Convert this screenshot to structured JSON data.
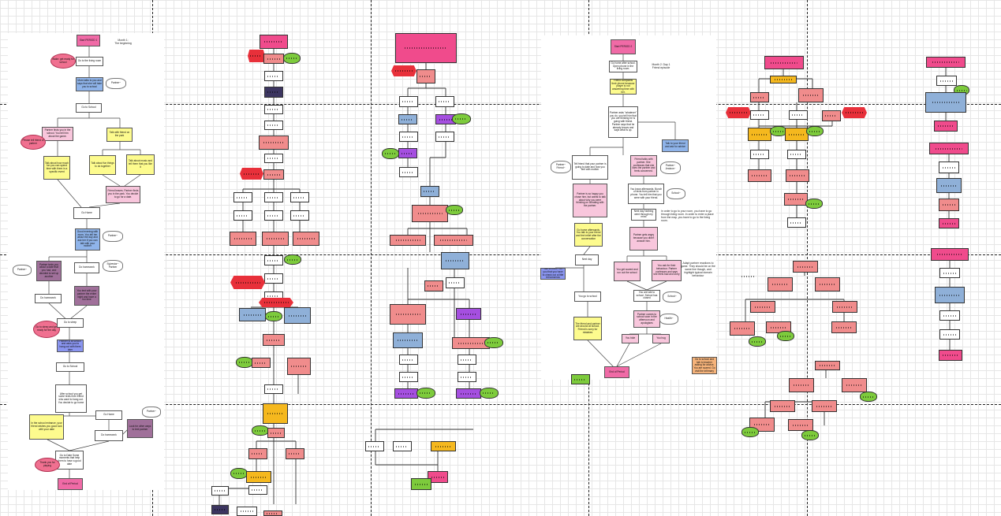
{
  "panel1": {
    "start": "Start PERIOD 1",
    "heading": "Month 1:\nThe beginning",
    "ell_wake": "Wake: get ready for school",
    "go_living": "Go to the living room",
    "cloud_kayden": "Partner~",
    "n_mom": "Mom talks to you and says that she will take you to school",
    "go_school": "Go to School",
    "n_partner_first": "Partner finds you in the school. You tell him about the game.",
    "n_talk_friend": "Talk with friend on the park",
    "ell_tell": "Please tell friend of partner",
    "n_park_hint": "Talk about how much fun you can spend time with them in a specific event",
    "n_things": "Talk about fun things to do together",
    "n_talk_about": "Talk about music and tell them that you like it",
    "n_friend_leaves": "Friend leaves. Partner finds you in the park. You decide to go for a date.",
    "go_home": "Go Home",
    "n_home_evening": "Good evening with mom. You tell her about the day and ask her if you can talk with your mother",
    "cloud_partner2": "Partner~",
    "n_purp_left": "Partner texts you about a date that you had, and decided to set up another",
    "cloud_partner3": "Partner~",
    "do_homework": "Do homework",
    "cloud_partner4": "Sylvestor~ Partner",
    "do_homework2": "Do homework",
    "n_purp_mid": "You text with your partner the entire night and have a fun time",
    "ell_go_sleep": "Go to sleep and get ready for the day",
    "go_sleep": "Go to sleep",
    "n_partner_blue": "Partner is at school and asks you to hang out with them later",
    "go_school2": "Go to School",
    "n_after": "After school you get some texts from friend who want to hang out. You decide to go home",
    "n_in_school": "In the school entrance, your friend wishes you good luck with your date",
    "go_home2": "Go Home",
    "cloud_partner5": "Partner~",
    "do_homework3": "Do homework",
    "n_purp_right": "Look for other ways to text partner",
    "n_date": "Go to Date Some moments that help them to have a good date",
    "ell_thank": "Thank you for playing",
    "end": "End of Period"
  },
  "panel2": {
    "start": "Start PERIOD 2",
    "heading": "Month 2: Day 1\nFriend episode",
    "n_go_home": "Go home after school. Open phone in the living room.",
    "n_friend_msg": "Friend complains their phone because player is not answering time with her.",
    "n_partner_asks": "Partner asks \"whatever\" you do, you tell him that you are thinking he is going with friend. Partner says that he already knows and says what is up.",
    "n_blue_talk": "Talk to your friend and ask for advice",
    "n_tell_friend": "Tell friend that your partner is going to date and how you feel with mother",
    "cloud_partner_fr": "Partner~ Friend~",
    "n_friend_talk": "Friend talks with partner. She confesses that she likes the partner and feels concerned.",
    "cloud_partner_jel": "Partner~ Jealous~",
    "n_partner_bless": "Partner is so happy you chose him, but wants to talk about why you were thinking on cheating with the partner.",
    "n_later": "You know afterwards. Bunch of texts from partner in phone. You tell him that you were with your friend.",
    "cloud_school": "School~",
    "n_next_day": "Next day Nothing went through my mind",
    "n_home_after": "Go home afterwards. You talk to your friend and feel relief after the conversation",
    "n_partner_pink": "Partner gets angry because you didn't answer him.",
    "note_room": "In order to go to your room, you have to go through living room. In order to enter a place from the map, you have to go to the living room.",
    "next_day": "Next day",
    "n_blue_left": "Talk to them. Tell you that you have to check out a little bit tomorrow",
    "n_you_get": "You get scared and run out the school",
    "n_you_ask": "You ask for their behaviour. Partner confesses and says she feels bad and sorry",
    "note_adapt": "Adapt partner reactions to game. They should be on the same line though, and highlight typical domain behaviour",
    "go_school": "You go to school",
    "n_school_yel": "The friend and partner are around at school. Friend is sorry for mistakes",
    "n_you_see": "You are late to school. School has closed",
    "cloud_school2": "School~",
    "n_partner_pink2": "Partner comes to school soon in the afternoon and apologises",
    "cloud_health": "Health~",
    "you_hide": "You hide",
    "you_hug": "You hug",
    "n_orange": "Go to school and talk to teacher asking for advice. You are scared. Go visit the infirmary",
    "end": "End of Period"
  },
  "colors": {
    "grid": "#e6e6e6",
    "pink": "#f06aa6",
    "yellow": "#fdfb8e",
    "purple": "#a0709a",
    "blue": "#8a95f0",
    "green": "#7dcb3c",
    "red": "#e8303a",
    "salmon": "#f08c8c"
  }
}
